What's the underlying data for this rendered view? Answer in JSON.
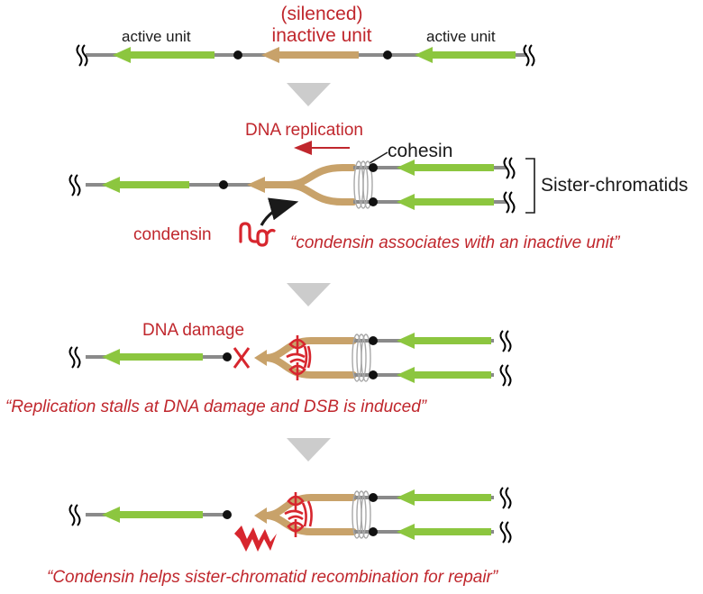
{
  "step1": {
    "label_active_left": "active unit",
    "label_silenced": "(silenced)",
    "label_inactive": "inactive unit",
    "label_active_right": "active unit"
  },
  "step2": {
    "label_replication": "DNA replication",
    "label_cohesin": "cohesin",
    "label_sister": "Sister-chromatids",
    "label_condensin": "condensin",
    "quote": "“condensin associates with an inactive unit”"
  },
  "step3": {
    "label_damage": "DNA damage",
    "quote": "“Replication stalls at DNA damage and DSB is induced”"
  },
  "step4": {
    "quote": "“Condensin helps sister-chromatid recombination for repair”"
  },
  "colors": {
    "active_unit": "#8cc63f",
    "inactive_unit": "#c8a26a",
    "chromatin": "#8a8a8a",
    "accent_red": "#c0272d",
    "arrow_gray": "#cccccc"
  }
}
